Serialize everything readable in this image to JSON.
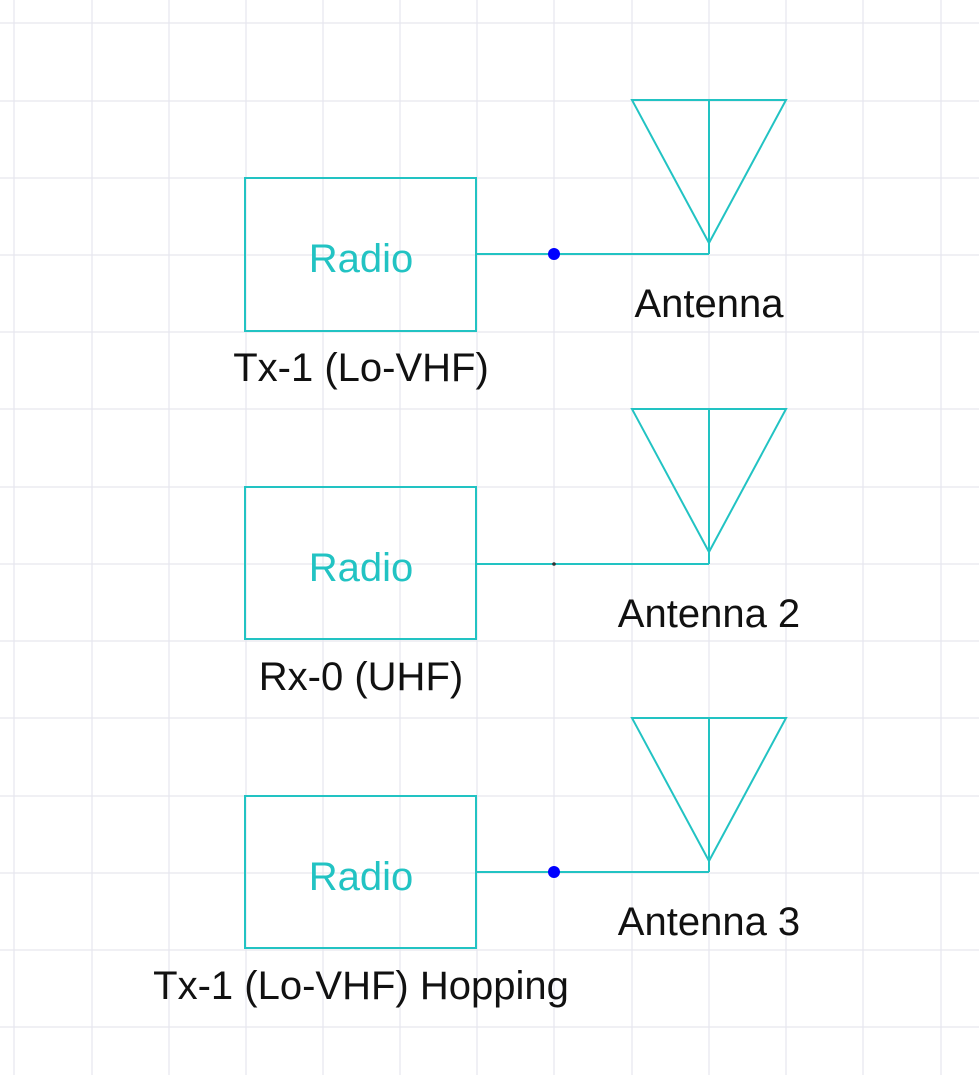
{
  "canvas": {
    "background": "#ffffff",
    "grid_color": "#e6e6ee",
    "shape_color": "#22c3c3",
    "label_color": "#111111",
    "connected_node_color": "#0000ff",
    "unconnected_node_color": "#333333"
  },
  "rows": [
    {
      "radio": {
        "label": "Radio",
        "caption": "Tx-1 (Lo-VHF)"
      },
      "antenna": {
        "label": "Antenna"
      },
      "connection": {
        "node_state": "connected"
      }
    },
    {
      "radio": {
        "label": "Radio",
        "caption": "Rx-0 (UHF)"
      },
      "antenna": {
        "label": "Antenna 2"
      },
      "connection": {
        "node_state": "unconnected"
      }
    },
    {
      "radio": {
        "label": "Radio",
        "caption": "Tx-1 (Lo-VHF) Hopping"
      },
      "antenna": {
        "label": "Antenna 3"
      },
      "connection": {
        "node_state": "connected"
      }
    }
  ]
}
